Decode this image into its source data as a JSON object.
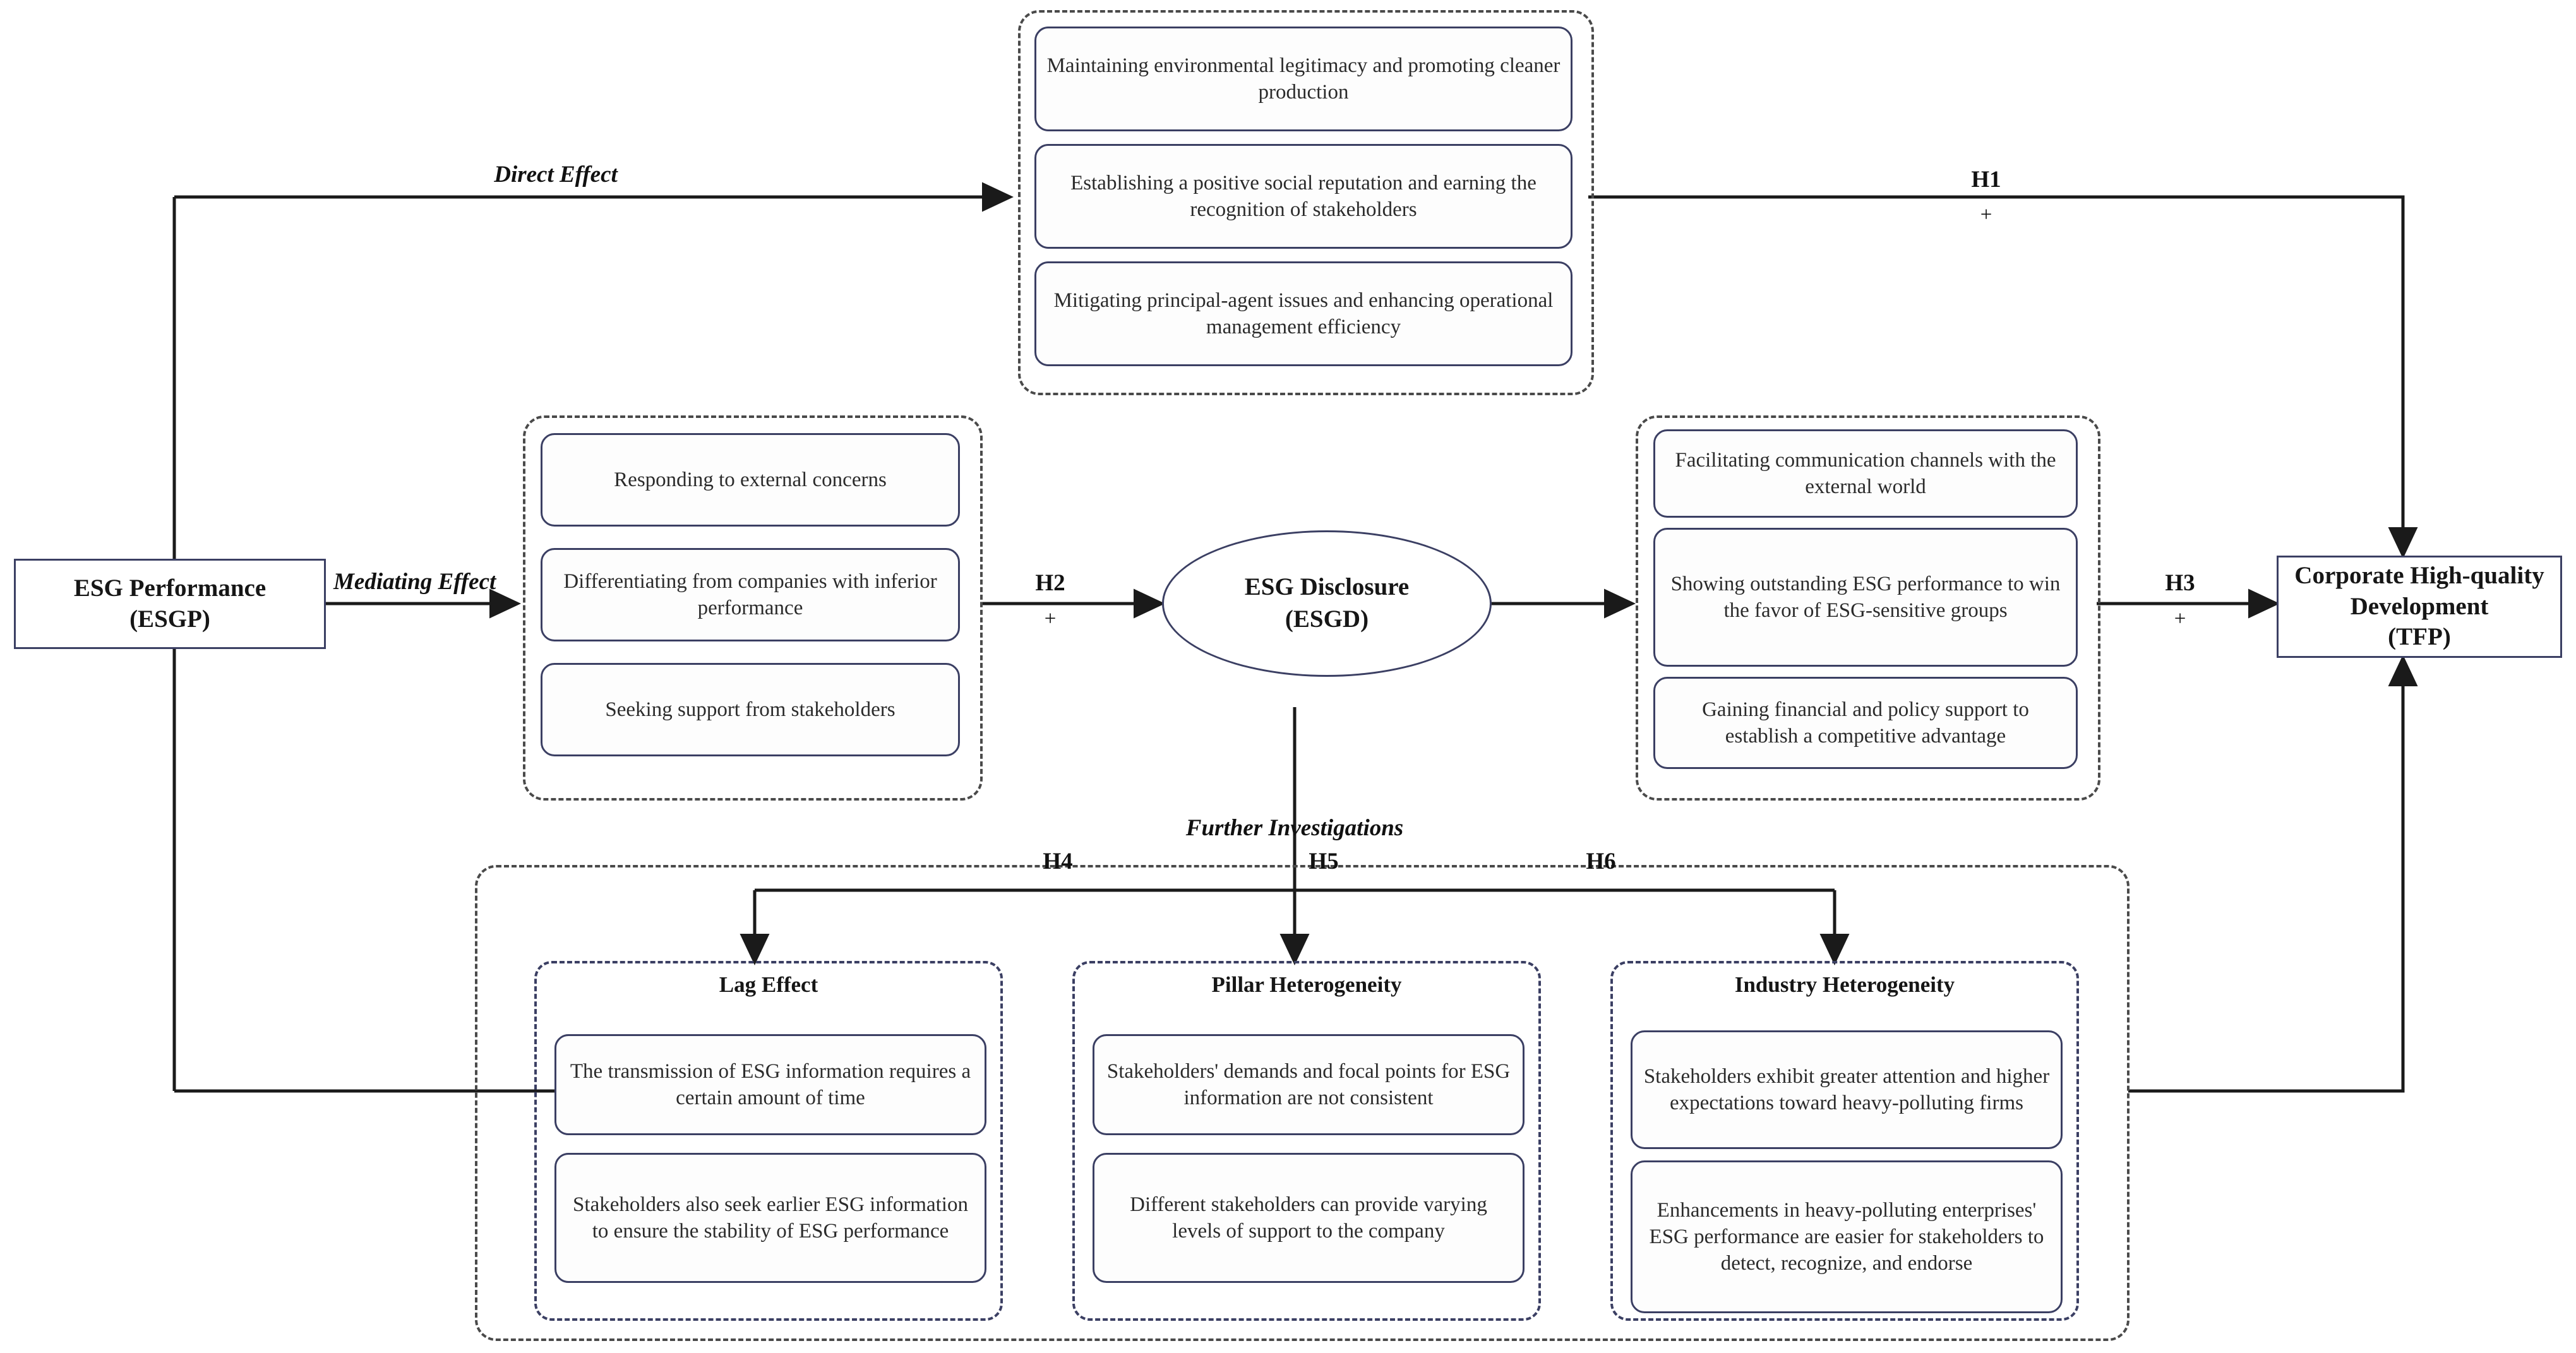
{
  "diagram": {
    "title": "ESG Performance research framework",
    "colors": {
      "node_border": "#3b3f63",
      "panel_dash": "#4a4a4a",
      "wire": "#1a1a1a",
      "text": "#161616",
      "background": "#ffffff"
    }
  },
  "nodes": {
    "esgp": {
      "line1": "ESG Performance",
      "line2": "(ESGP)"
    },
    "esgd": {
      "line1": "ESG Disclosure",
      "line2": "(ESGD)"
    },
    "tfp": {
      "line1": "Corporate High-quality",
      "line2": "Development",
      "line3": "(TFP)"
    }
  },
  "path_labels": {
    "direct_effect": "Direct Effect",
    "mediating_effect": "Mediating Effect",
    "further_investigations": "Further Investigations"
  },
  "hypotheses": [
    {
      "id": "H1",
      "label": "H1",
      "sign": "+"
    },
    {
      "id": "H2",
      "label": "H2",
      "sign": "+"
    },
    {
      "id": "H3",
      "label": "H3",
      "sign": "+"
    },
    {
      "id": "H4",
      "label": "H4",
      "sign": ""
    },
    {
      "id": "H5",
      "label": "H5",
      "sign": ""
    },
    {
      "id": "H6",
      "label": "H6",
      "sign": ""
    }
  ],
  "panels": {
    "direct_effect_panel": {
      "title": "",
      "items": [
        "Maintaining environmental legitimacy and promoting cleaner production",
        "Establishing a positive social reputation and earning the recognition of stakeholders",
        "Mitigating principal-agent issues and enhancing operational management efficiency"
      ]
    },
    "mediating_left_panel": {
      "title": "",
      "items": [
        "Responding to external concerns",
        "Differentiating from companies with inferior performance",
        "Seeking support from stakeholders"
      ]
    },
    "mediating_right_panel": {
      "title": "",
      "items": [
        "Facilitating communication channels with the external world",
        "Showing outstanding ESG performance to win the favor of ESG-sensitive groups",
        "Gaining financial and policy support to establish a competitive advantage"
      ]
    },
    "further_investigations_panel": {
      "title": "Further Investigations",
      "sub_panels": [
        {
          "title": "Lag Effect",
          "items": [
            "The transmission of ESG information requires a certain amount of time",
            "Stakeholders also seek earlier ESG information to ensure the stability of ESG performance"
          ]
        },
        {
          "title": "Pillar Heterogeneity",
          "items": [
            "Stakeholders' demands and focal points for ESG information are not consistent",
            "Different stakeholders can provide varying levels of support to the company"
          ]
        },
        {
          "title": "Industry Heterogeneity",
          "items": [
            "Stakeholders exhibit greater attention and higher expectations toward heavy-polluting firms",
            "Enhancements in heavy-polluting enterprises' ESG performance are easier for stakeholders to detect, recognize, and endorse"
          ]
        }
      ]
    }
  }
}
